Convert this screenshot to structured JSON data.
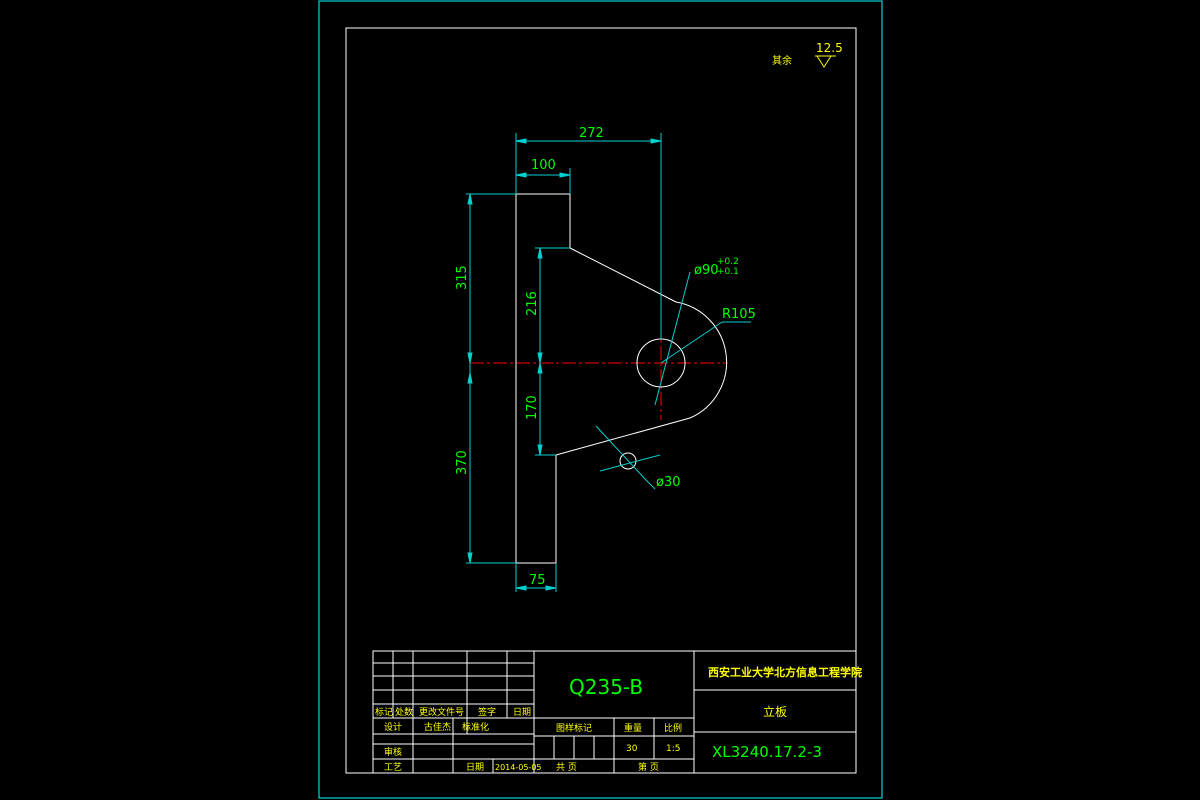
{
  "colors": {
    "background": "#000000",
    "frame": "#00ffff",
    "part": "#ffffff",
    "dimension": "#00d0d0",
    "dim_text": "#00ff00",
    "centerline": "#ff0000",
    "yellow": "#ffff00"
  },
  "roughness": {
    "label": "其余",
    "value": "12.5"
  },
  "dimensions": {
    "width_total": "272",
    "width_top": "100",
    "width_bottom": "75",
    "height_upper": "315",
    "height_lower": "370",
    "height_216": "216",
    "height_170": "170",
    "hole_dia": "ø90",
    "hole_tol_upper": "+0.2",
    "hole_tol_lower": "+0.1",
    "radius": "R105",
    "small_hole": "ø30"
  },
  "title_block": {
    "material": "Q235-B",
    "school": "西安工业大学北方信息工程学院",
    "part_name": "立板",
    "drawing_no": "XL3240.17.2-3",
    "rev_headers": [
      "标记",
      "处数",
      "更改文件号",
      "签字",
      "日期"
    ],
    "row_design": "设计",
    "designer": "古佳杰",
    "standardize": "标准化",
    "row_check": "审核",
    "row_process": "工艺",
    "date_label": "日期",
    "date": "2014-05-05",
    "stage_label": "图样标记",
    "weight_label": "重量",
    "scale_label": "比例",
    "weight": "30",
    "scale": "1:5",
    "sheet_total": "共  页",
    "sheet_no": "第  页"
  }
}
